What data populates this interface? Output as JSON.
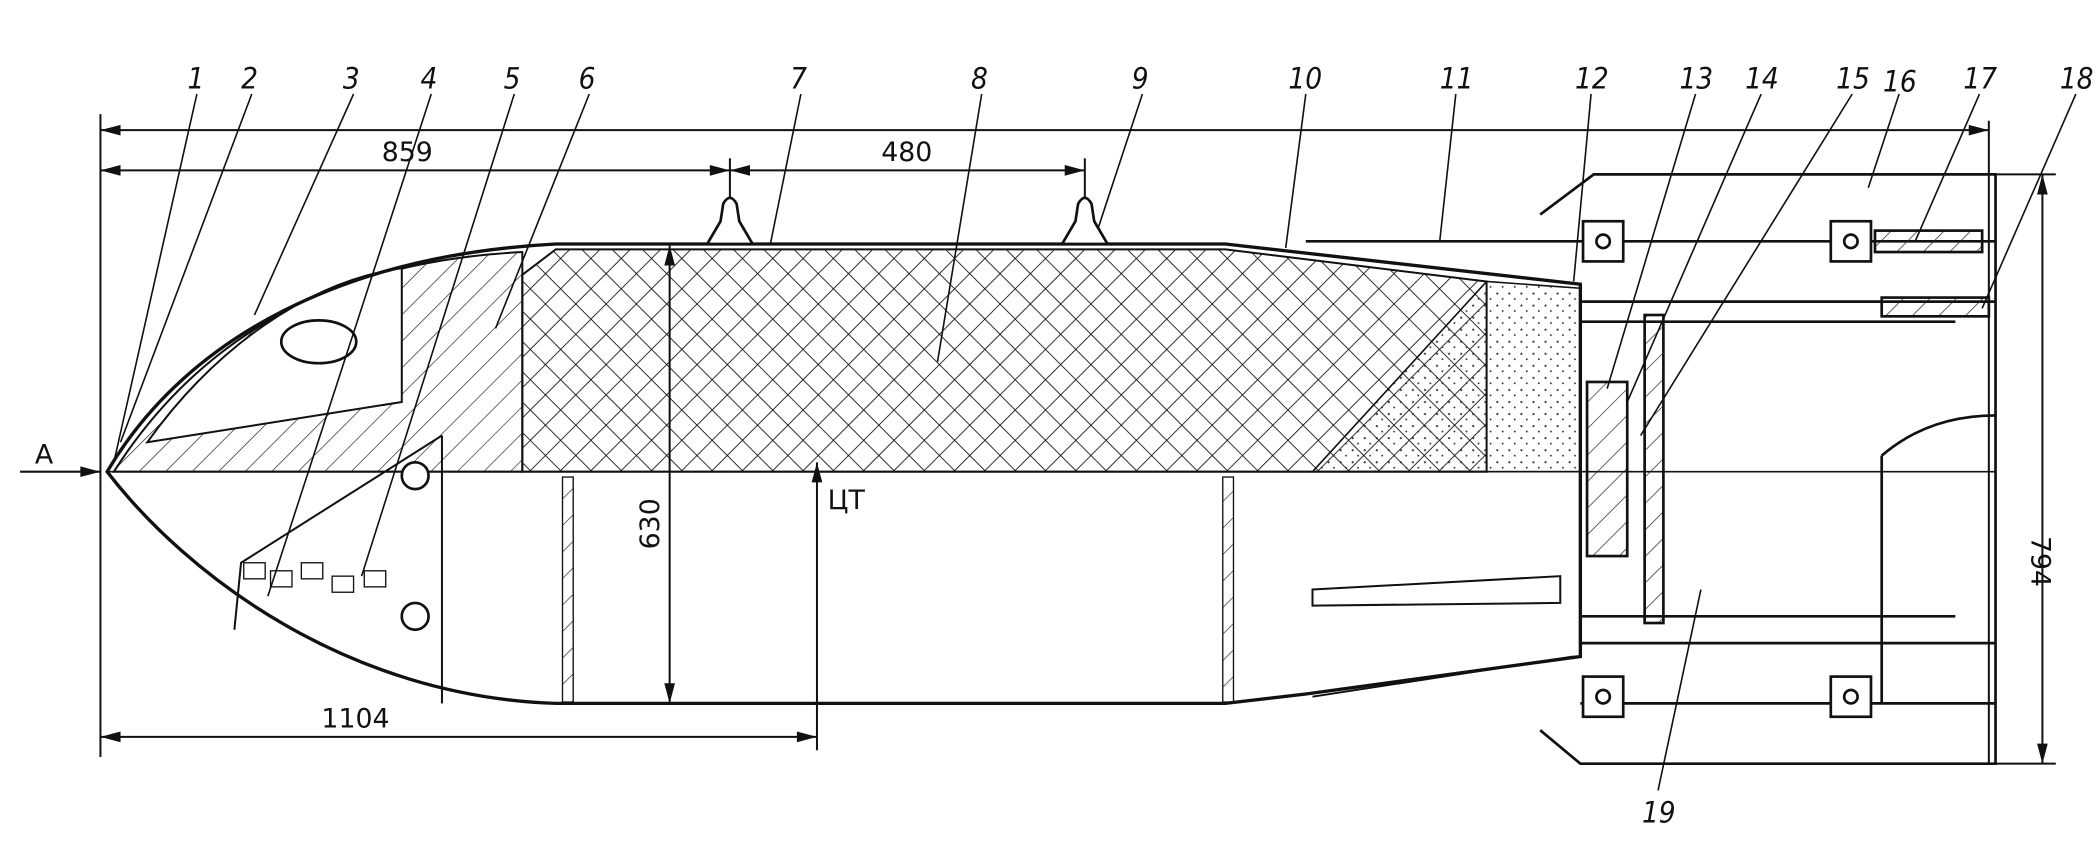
{
  "callouts": [
    "1",
    "2",
    "3",
    "4",
    "5",
    "6",
    "7",
    "8",
    "9",
    "10",
    "11",
    "12",
    "13",
    "14",
    "15",
    "16",
    "17",
    "18",
    "19"
  ],
  "dimensions": {
    "nose_to_lug": "859",
    "lug_spacing": "480",
    "nose_to_cg": "1104",
    "body_diameter": "630",
    "tail_span": "794"
  },
  "center_of_gravity_label": "ЦТ",
  "view_label": "A"
}
